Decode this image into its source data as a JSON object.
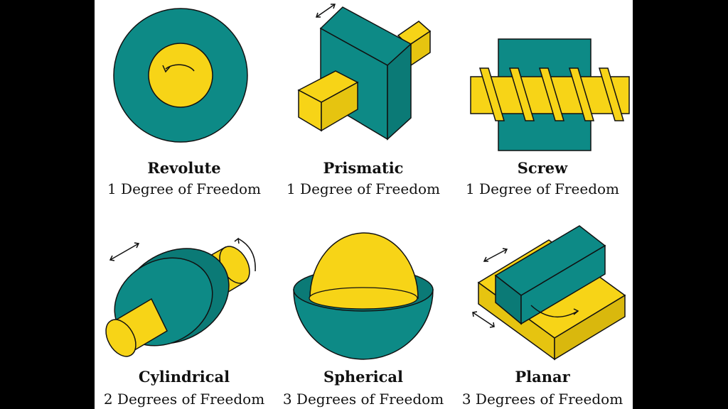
{
  "colors": {
    "teal": "#0d8a86",
    "yellow": "#f7d417",
    "outline": "#111111",
    "background": "#ffffff",
    "letterbox": "#000000"
  },
  "joints": [
    {
      "name": "Revolute",
      "dof": "1 Degree of Freedom",
      "icon": "revolute-joint-icon"
    },
    {
      "name": "Prismatic",
      "dof": "1 Degree of Freedom",
      "icon": "prismatic-joint-icon"
    },
    {
      "name": "Screw",
      "dof": "1 Degree of Freedom",
      "icon": "screw-joint-icon"
    },
    {
      "name": "Cylindrical",
      "dof": "2 Degrees of Freedom",
      "icon": "cylindrical-joint-icon"
    },
    {
      "name": "Spherical",
      "dof": "3 Degrees of Freedom",
      "icon": "spherical-joint-icon"
    },
    {
      "name": "Planar",
      "dof": "3 Degrees of Freedom",
      "icon": "planar-joint-icon"
    }
  ]
}
